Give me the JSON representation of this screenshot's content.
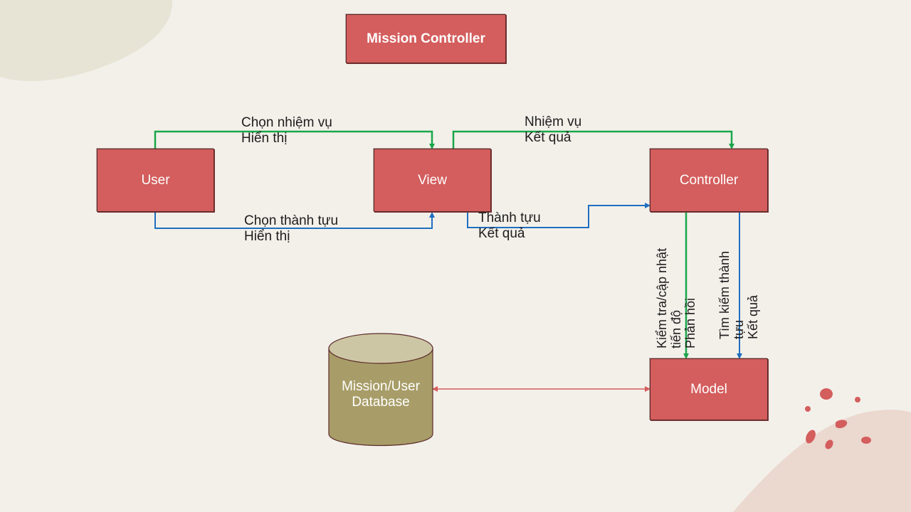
{
  "title": "Mission Controller",
  "nodes": {
    "user": "User",
    "view": "View",
    "controller": "Controller",
    "model": "Model",
    "database": "Mission/User\nDatabase"
  },
  "edge_labels": {
    "user_view_top": "Chọn nhiệm vụ\nHiển thị",
    "view_controller_top": "Nhiệm vụ\nKết quả",
    "user_view_bottom": "Chọn thành tựu\nHiển thị",
    "view_controller_bottom": "Thành tựu\nKết quả",
    "controller_model_green": "Kiểm tra/cập nhật\ntiến độ\nPhản hồi",
    "controller_model_blue": "Tìm kiếm thành\ntựu\nKết quả"
  },
  "colors": {
    "box": "#d45d5d",
    "database": "#a89d68",
    "green_arrow": "#1aa64a",
    "blue_arrow": "#1f6fbf",
    "red_arrow": "#d45d5d",
    "background": "#f3f0ea"
  }
}
